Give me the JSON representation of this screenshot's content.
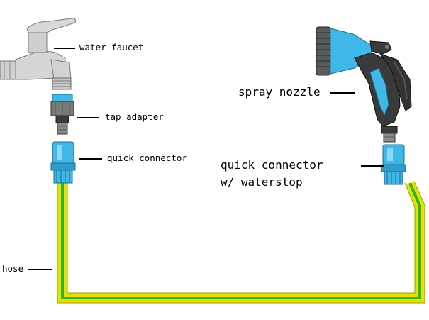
{
  "labels": {
    "water_faucet": "water faucet",
    "tap_adapter": "tap adapter",
    "quick_connector": "quick connector",
    "hose": "hose",
    "spray_nozzle": "spray nozzle",
    "quick_connector_waterstop_line1": "quick connector",
    "quick_connector_waterstop_line2": "w/ waterstop"
  },
  "colors": {
    "hose_yellow": "#e8e000",
    "hose_green": "#2db52d",
    "connector_blue": "#3fb8e8",
    "adapter_gray": "#777777",
    "faucet_silver": "#d4d4d4",
    "nozzle_dark": "#3a3a3a"
  }
}
